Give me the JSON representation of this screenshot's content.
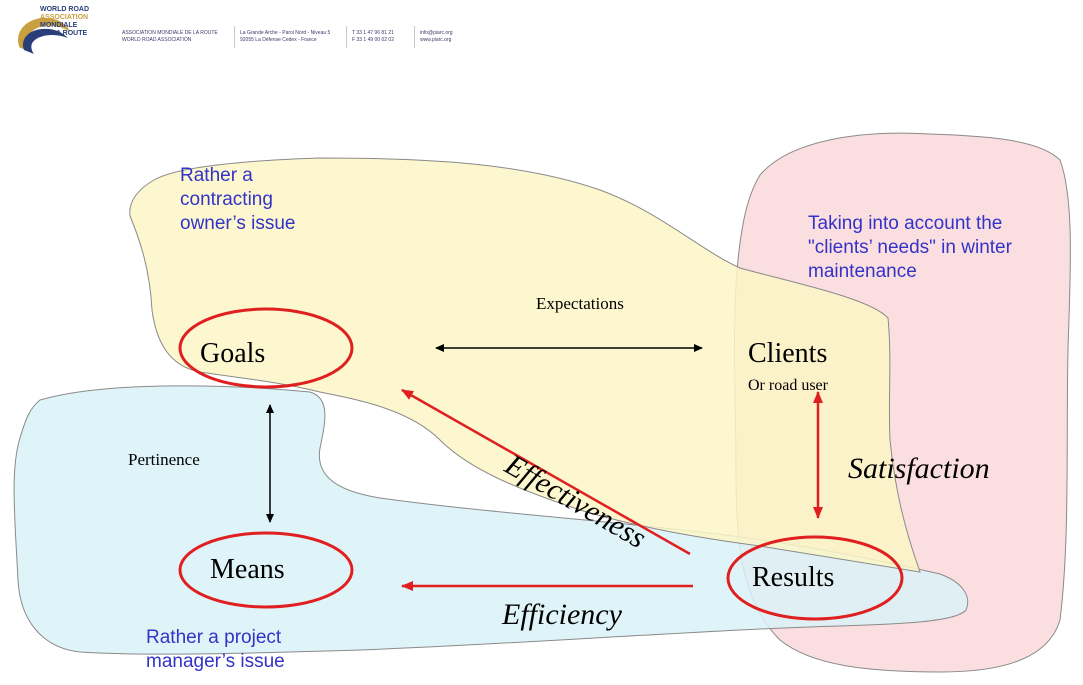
{
  "letterhead": {
    "logo_lines": [
      "WORLD ROAD",
      "ASSOCIATION",
      "MONDIALE",
      "DE LA ROUTE"
    ],
    "org_lines": "ASSOCIATION MONDIALE DE LA ROUTE\nWORLD ROAD ASSOCIATION",
    "address_lines": "La Grande Arche - Paroi Nord - Niveau 5\n92055 La Défense Cedex - France",
    "phone_lines": "T 33 1 47 96 81 21\nF 33 1 49 00 02 02",
    "web_lines": "info@piarc.org\nwww.piarc.org"
  },
  "notes": {
    "owner_issue": "Rather a\ncontracting\nowner’s issue",
    "clients_needs": "Taking into account the\n\"clients’ needs\" in winter\nmaintenance",
    "project_manager": "Rather a project\nmanager’s issue"
  },
  "nodes": {
    "goals": "Goals",
    "clients": "Clients",
    "clients_sub": "Or road user",
    "means": "Means",
    "results": "Results"
  },
  "relations": {
    "expectations": "Expectations",
    "pertinence": "Pertinence",
    "effectiveness": "Effectiveness",
    "efficiency": "Efficiency",
    "satisfaction": "Satisfaction"
  },
  "colors": {
    "yellow_region": "#fbf6c6",
    "blue_region": "#d9f2f7",
    "pink_region": "#fad9da",
    "ellipse_red": "#e02020",
    "note_blue": "#3333c8"
  }
}
